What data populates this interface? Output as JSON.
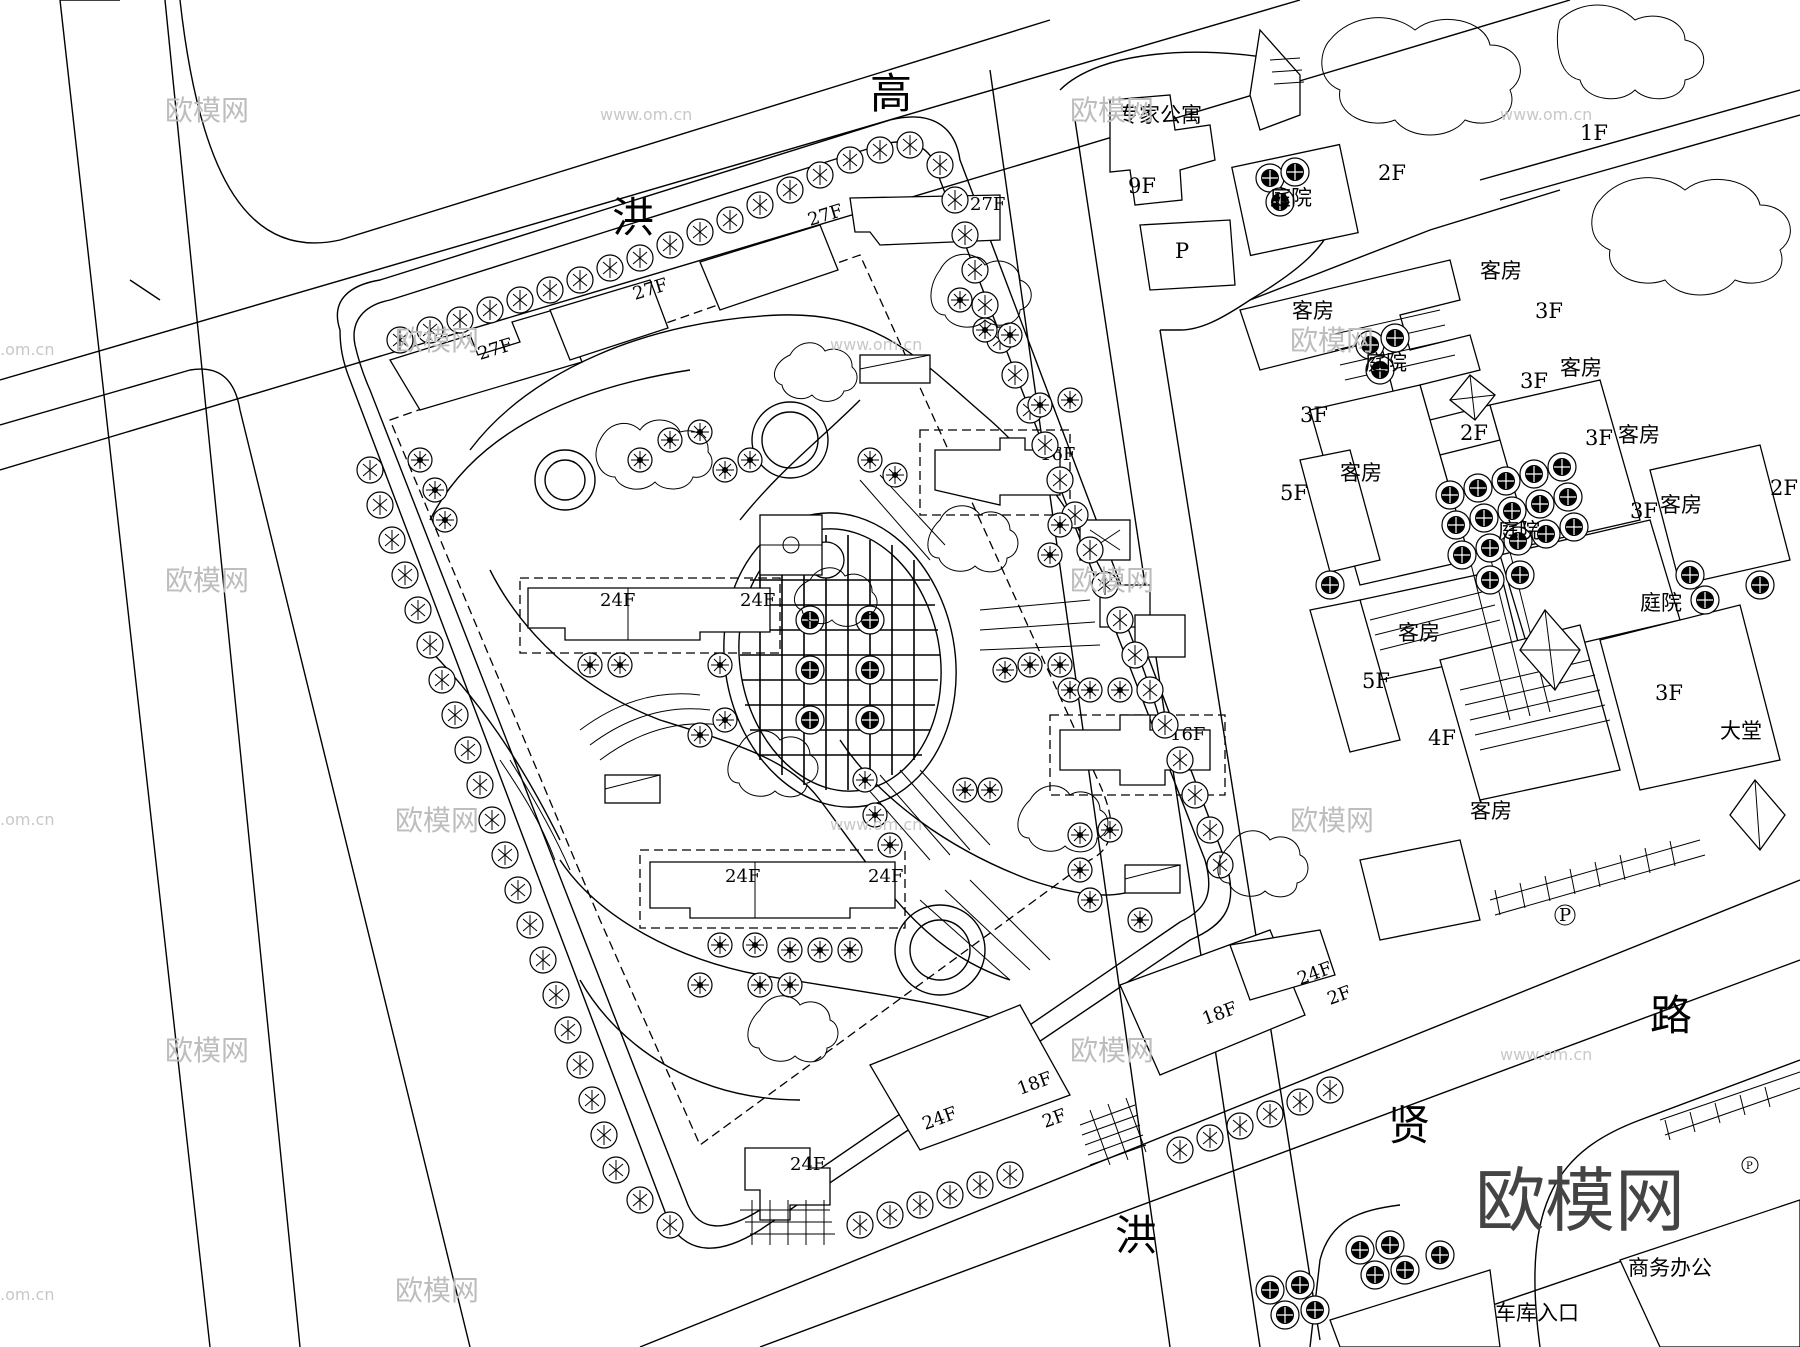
{
  "roads": {
    "north_chars": [
      "洪",
      "高"
    ],
    "south_chars": [
      "洪",
      "贤",
      "路"
    ]
  },
  "hotel": {
    "expert_apartment": "专家公寓",
    "courtyard": "庭院",
    "guest_room": "客房",
    "lobby": "大堂",
    "parking": "P",
    "floors": {
      "f9": "9F",
      "f2": "2F",
      "f1": "1F",
      "f3": "3F",
      "f5": "5F",
      "f4": "4F"
    }
  },
  "residential": {
    "floors": {
      "f27": "27F",
      "f24": "24F",
      "f16": "16F",
      "f18": "18F",
      "f2": "2F"
    }
  },
  "south_block": {
    "garage_entrance": "车库入口",
    "business_office": "商务办公",
    "parking": "P"
  },
  "watermark": {
    "brand": "欧模网",
    "url": "www.om.cn",
    "domain": ".om.cn"
  }
}
